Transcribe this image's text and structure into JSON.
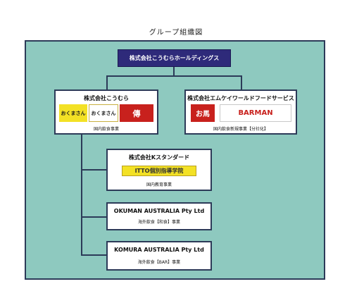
{
  "title": "グループ組織図",
  "holding": {
    "name": "株式会社こうむらホールディングス"
  },
  "companies": [
    {
      "name": "株式会社こうむら",
      "business": "国内飲食事業",
      "logos": [
        {
          "icon": "okumasan-logo-1",
          "text": "おくまさん"
        },
        {
          "icon": "okumasan-logo-2",
          "text": "おくまさん"
        },
        {
          "icon": "dendo-logo",
          "text": "傳"
        }
      ]
    },
    {
      "name": "株式会社エムケイワールドフードサービス",
      "business": "国内飲食新規事業【分社化】",
      "logos": [
        {
          "icon": "okuma-red-logo",
          "text": "お馬"
        },
        {
          "icon": "barman-logo",
          "text": "BARMAN"
        }
      ]
    },
    {
      "name": "株式会社Kスタンダード",
      "business": "国内教育事業",
      "logos": [
        {
          "icon": "itto-logo",
          "text": "ITTO個別指導学院"
        }
      ]
    },
    {
      "name": "OKUMAN AUSTRALIA Pty Ltd",
      "business": "海外飲食【和食】事業"
    },
    {
      "name": "KOMURA AUSTRALIA Pty Ltd",
      "business": "海外飲食【BAR】事業"
    }
  ],
  "colors": {
    "panel_bg": "#8ec9bf",
    "holding_bg": "#2e2a7a",
    "border": "#2c3a58"
  }
}
